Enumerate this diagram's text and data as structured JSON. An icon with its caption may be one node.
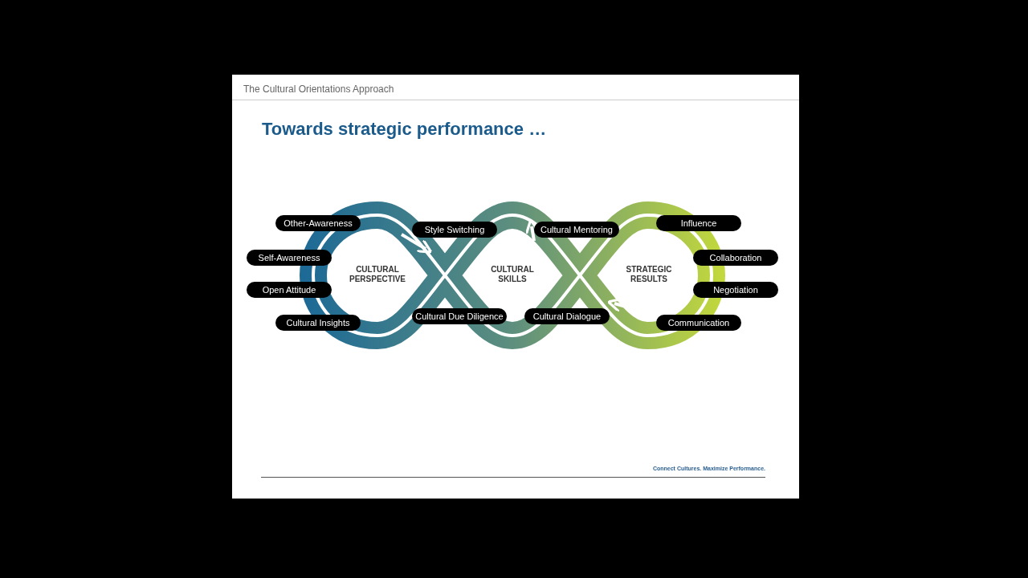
{
  "diagram": {
    "title": "Towards strategic performance …",
    "nodes": [
      {
        "text": [
          "Other-Awareness"
        ]
      },
      {
        "text": [
          "Self-Awareness"
        ]
      },
      {
        "text": [
          "Open Attitude"
        ]
      },
      {
        "text": [
          "Cultural Insights"
        ]
      },
      {
        "text": [
          "CULTURAL PERSPECTIVE"
        ]
      },
      {
        "text": [
          "Style Switching"
        ]
      },
      {
        "text": [
          "Cultural Due Diligence"
        ]
      },
      {
        "text": [
          "CULTURAL SKILLS"
        ]
      },
      {
        "text": [
          "Cultural Mentoring"
        ]
      },
      {
        "text": [
          "Cultural Dialogue"
        ]
      },
      {
        "text": [
          "STRATEGIC RESULTS"
        ]
      },
      {
        "text": [
          "Influence"
        ]
      },
      {
        "text": [
          "Collaboration"
        ]
      },
      {
        "text": [
          "Negotiation"
        ]
      },
      {
        "text": [
          "Communication"
        ]
      }
    ],
    "labels": [
      "The Cultural Orientations Approach",
      "Connect Cultures. Maximize Performance."
    ]
  }
}
